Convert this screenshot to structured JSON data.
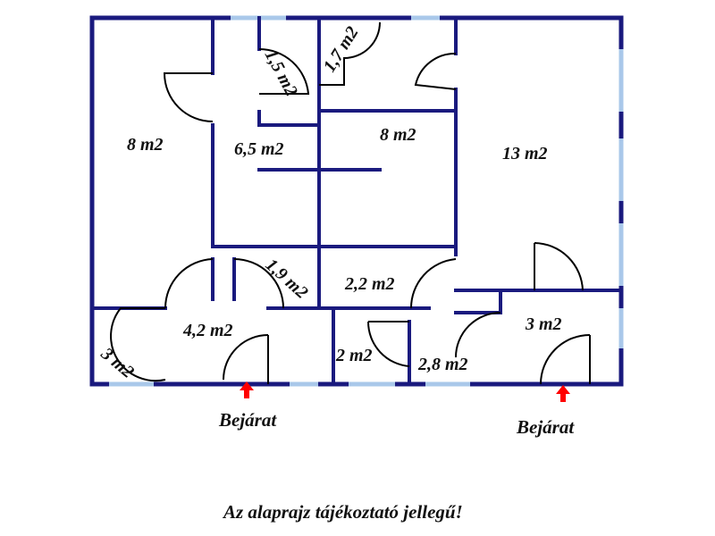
{
  "rooms": {
    "r1": "8 m2",
    "r2": "6,5 m2",
    "r3": "1,5 m2",
    "r4": "1,7 m2",
    "r5": "8 m2",
    "r6": "13 m2",
    "r7": "1,9 m2",
    "r8": "2,2 m2",
    "r9": "4,2 m2",
    "r10": "3 m2",
    "r11": "2 m2",
    "r12": "2,8 m2",
    "r13": "3 m2"
  },
  "entrances": {
    "left": "Bejárat",
    "right": "Bejárat"
  },
  "footer_note": "Az alaprajz tájékoztató jellegű!",
  "colors": {
    "wall": "#1a1a7e",
    "window": "#a9c8ea",
    "entry_arrow": "#ff0000"
  }
}
